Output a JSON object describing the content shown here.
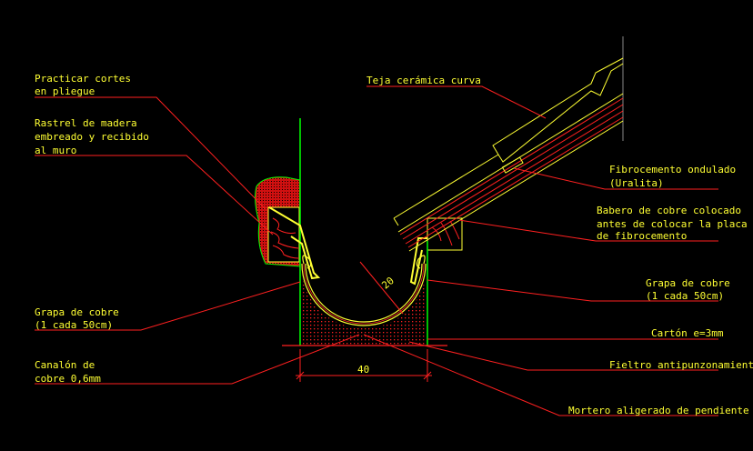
{
  "labels_left": {
    "cortes": [
      "Practicar cortes",
      "en pliegue"
    ],
    "rastrel": [
      "Rastrel de madera",
      "embreado y recibido",
      "al muro"
    ],
    "grapa": [
      "Grapa de cobre",
      "(1 cada 50cm)"
    ],
    "canalon": [
      "Canalón de",
      "cobre 0,6mm"
    ]
  },
  "labels_right": {
    "teja": "Teja cerámica curva",
    "fibro": [
      "Fibrocemento ondulado",
      "(Uralita)"
    ],
    "babero": [
      "Babero de cobre colocado",
      "antes de colocar la placa",
      "de fibrocemento"
    ],
    "grapa": [
      "Grapa de cobre",
      "(1 cada 50cm)"
    ],
    "carton": "Cartón e=3mm",
    "fieltro": "Fieltro antipunzonamiento",
    "mortero": "Mortero aligerado de pendiente"
  },
  "dimensions": {
    "width": "40",
    "radius": "20"
  },
  "colors": {
    "leader": "#ff0000",
    "text": "#ffff33",
    "wall": "#00ff00",
    "copper": "#ffff33"
  }
}
